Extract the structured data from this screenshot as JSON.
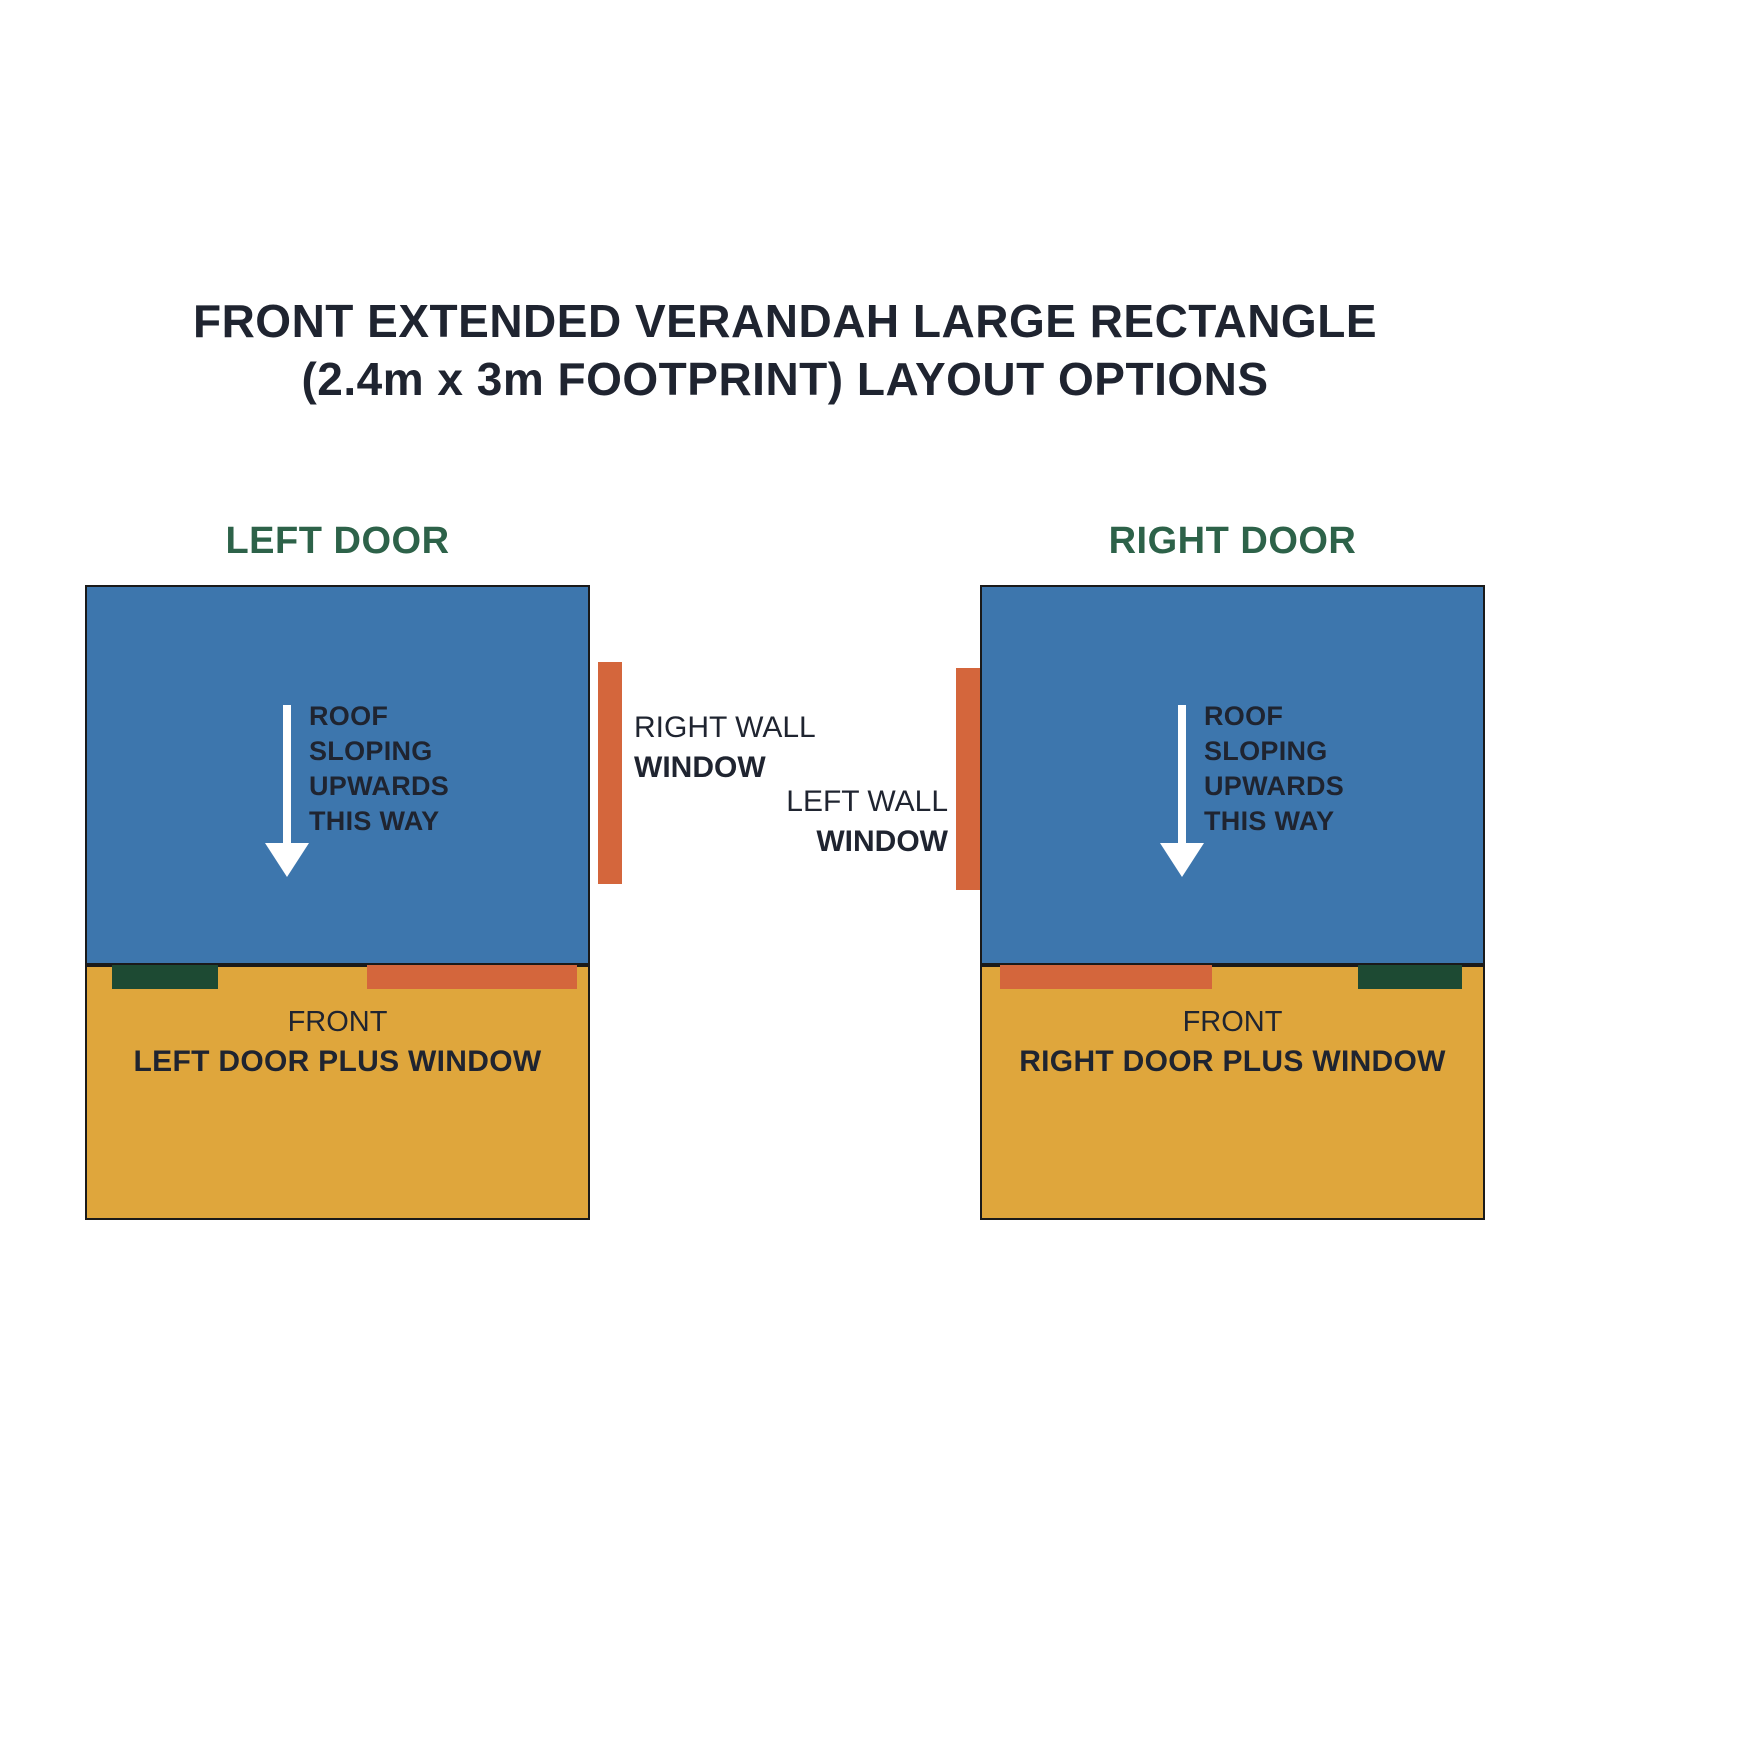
{
  "title": {
    "line1": "FRONT EXTENDED VERANDAH LARGE RECTANGLE",
    "line2": "(2.4m x 3m FOOTPRINT) LAYOUT OPTIONS"
  },
  "colors": {
    "roof_blue": "#3d76ad",
    "floor_yellow": "#dfa63c",
    "window_orange": "#d4663c",
    "door_green": "#1d4a33",
    "heading_green": "#2d6249",
    "text_dark": "#1f2430",
    "arrow_white": "#ffffff"
  },
  "panels": [
    {
      "heading": "LEFT DOOR",
      "roof_lines": [
        "ROOF",
        "SLOPING",
        "UPWARDS",
        "THIS WAY"
      ],
      "side_window": {
        "line1": "RIGHT WALL",
        "line2": "WINDOW"
      },
      "front": {
        "line1": "FRONT",
        "line2": "LEFT DOOR PLUS WINDOW"
      }
    },
    {
      "heading": "RIGHT DOOR",
      "roof_lines": [
        "ROOF",
        "SLOPING",
        "UPWARDS",
        "THIS WAY"
      ],
      "side_window": {
        "line1": "LEFT WALL",
        "line2": "WINDOW"
      },
      "front": {
        "line1": "FRONT",
        "line2": "RIGHT DOOR PLUS WINDOW"
      }
    }
  ]
}
